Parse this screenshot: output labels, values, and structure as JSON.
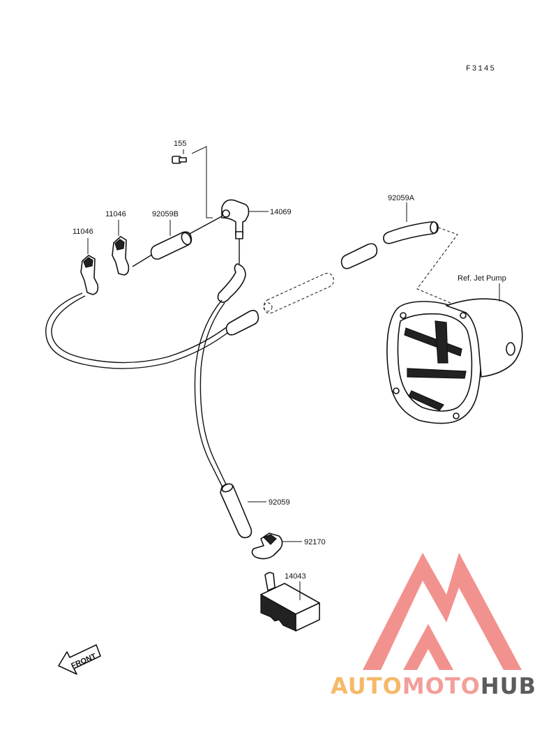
{
  "figure_code": "F3145",
  "part_labels": {
    "p155": "155",
    "p11046_a": "11046",
    "p11046_b": "11046",
    "p92059B": "92059B",
    "p14069": "14069",
    "p92059A": "92059A",
    "ref_jet_pump": "Ref. Jet Pump",
    "p92059": "92059",
    "p92170": "92170",
    "p14043": "14043"
  },
  "front_arrow_text": "FRONT",
  "watermark": {
    "brand_part1": "AUTO",
    "brand_part2": "MOTO",
    "brand_part3": "HUB",
    "color_part1": "#f5b969",
    "color_part2": "#f29f9a",
    "color_part3": "#5b5b5b",
    "logo_color": "#f07f7b"
  }
}
